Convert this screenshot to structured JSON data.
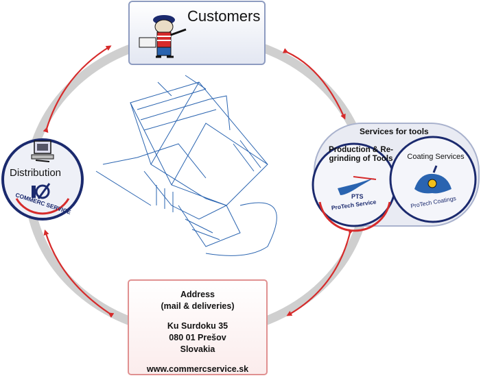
{
  "customers": {
    "title": "Customers"
  },
  "distribution": {
    "label": "Distribution",
    "badge": "COMMERC SERVICE"
  },
  "services": {
    "title": "Services for tools",
    "production": {
      "title": "Production & Re-grinding of Tools",
      "logo_text": "PTS",
      "badge": "ProTech Service"
    },
    "coating": {
      "title": "Coating Services",
      "badge": "ProTech Coatings"
    }
  },
  "address": {
    "heading": "Address",
    "subheading": "(mail & deliveries)",
    "street": "Ku Surdoku 35",
    "city": "080 01 Prešov",
    "country": "Slovakia",
    "website": "www.commercservice.sk"
  },
  "colors": {
    "ring": "#cfcfcf",
    "arrow": "#d62b2b",
    "navy": "#1b2a6e",
    "sketch": "#2a64b0"
  },
  "icons": [
    "customer-mascot-icon",
    "computer-icon",
    "commerc-service-logo-icon",
    "pts-logo-icon",
    "protech-coatings-logo-icon",
    "house-sketch-icon"
  ]
}
